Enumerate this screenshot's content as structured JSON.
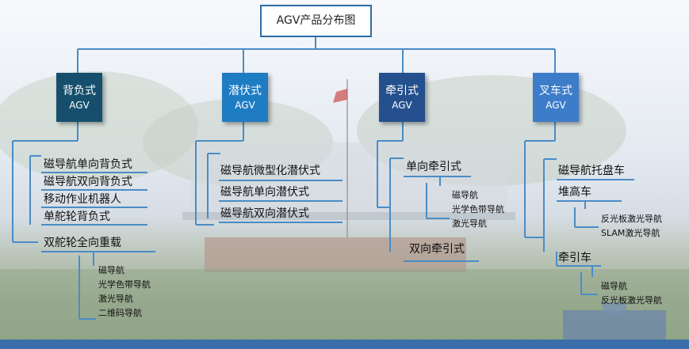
{
  "title": "AGV产品分布图",
  "categories": [
    {
      "name": "背负式",
      "suffix": "AGV",
      "color": "#164f6d",
      "items": [
        "磁导航单向背负式",
        "磁导航双向背负式",
        "移动作业机器人",
        "单舵轮背负式",
        "双舵轮全向重载"
      ],
      "sub_items": [
        "磁导航",
        "光学色带导航",
        "激光导航",
        "二维码导航"
      ]
    },
    {
      "name": "潜伏式",
      "suffix": "AGV",
      "color": "#1e7cc3",
      "items": [
        "磁导航微型化潜伏式",
        "磁导航单向潜伏式",
        "磁导航双向潜伏式"
      ]
    },
    {
      "name": "牵引式",
      "suffix": "AGV",
      "color": "#24508e",
      "items": [
        "单向牵引式",
        "双向牵引式"
      ],
      "sub_items": [
        "磁导航",
        "光学色带导航",
        "激光导航"
      ]
    },
    {
      "name": "叉车式",
      "suffix": "AGV",
      "color": "#3d7cc9",
      "items": [
        "磁导航托盘车",
        "堆高车",
        "牵引车"
      ],
      "stacker_subs": [
        "反光板激光导航",
        "SLAM激光导航"
      ],
      "tractor_subs": [
        "磁导航",
        "反光板激光导航"
      ]
    }
  ]
}
